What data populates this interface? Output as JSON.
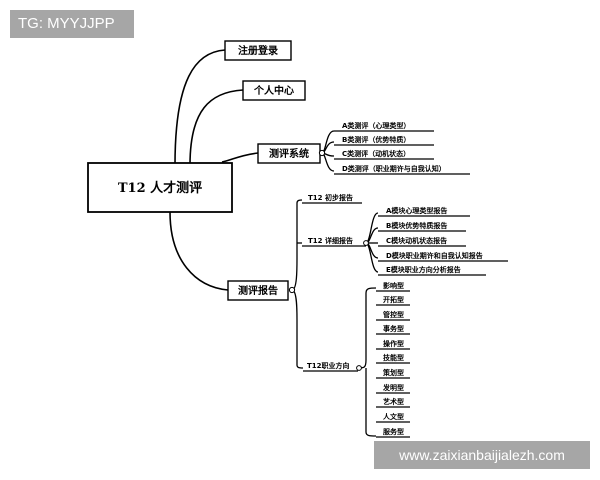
{
  "watermarks": {
    "top_left": "TG: MYYJJPP",
    "bottom_right": "www.zaixianbaijialezh.com"
  },
  "mindmap": {
    "root": "T12 人才测评",
    "branches": {
      "register": "注册登录",
      "personal": "个人中心",
      "system": {
        "label": "测评系统",
        "items": [
          "A类测评（心理类型）",
          "B类测评（优势特质）",
          "C类测评（动机状态）",
          "D类测评（职业期许与自我认知）"
        ]
      },
      "report": {
        "label": "测评报告",
        "initial": "T12 初步报告",
        "detail": {
          "label": "T12 详细报告",
          "items": [
            "A模块心理类型报告",
            "B模块优势特质报告",
            "C模块动机状态报告",
            "D模块职业期许和自我认知报告",
            "E模块职业方向分析报告"
          ]
        },
        "career": {
          "label": "T12职业方向",
          "items": [
            "影响型",
            "开拓型",
            "管控型",
            "事务型",
            "操作型",
            "技能型",
            "策划型",
            "发明型",
            "艺术型",
            "人文型",
            "服务型"
          ]
        }
      }
    }
  }
}
